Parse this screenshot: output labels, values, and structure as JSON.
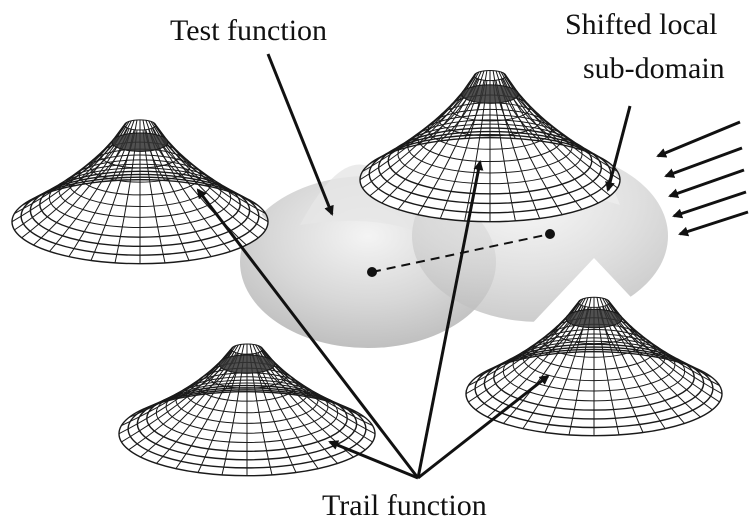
{
  "labels": {
    "test_function": "Test function",
    "shifted_line1": "Shifted local",
    "shifted_line2": "sub-domain",
    "trail_function": "Trail function"
  },
  "colors": {
    "ink": "#111111",
    "mesh_line": "#1a1a1a",
    "mesh_fill": "#ffffff",
    "domain_fill": "#c8c8c8",
    "domain_highlight": "#eeeeee"
  },
  "icons": {
    "mesh_cones": "wireframe-cone-icon",
    "domain": "translucent-disc-icon",
    "flow": "arrow-icon"
  }
}
